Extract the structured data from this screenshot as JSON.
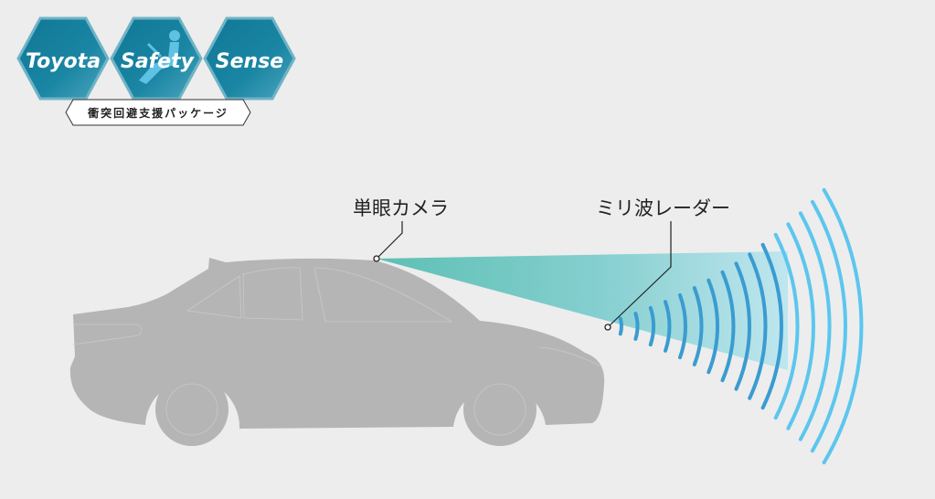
{
  "logo": {
    "words": [
      "Toyota",
      "Safety",
      "Sense"
    ],
    "subtitle": "衝突回避支援パッケージ",
    "hex_color": "#137f9d",
    "icon": "seated-driver-icon"
  },
  "labels": {
    "camera": "単眼カメラ",
    "radar": "ミリ波レーダー"
  },
  "colors": {
    "car": "#b5b5b5",
    "camera_beam": "#6cc6bd",
    "radar_wave_inner": "#3a9cd0",
    "radar_wave_outer": "#5cc6ee"
  }
}
